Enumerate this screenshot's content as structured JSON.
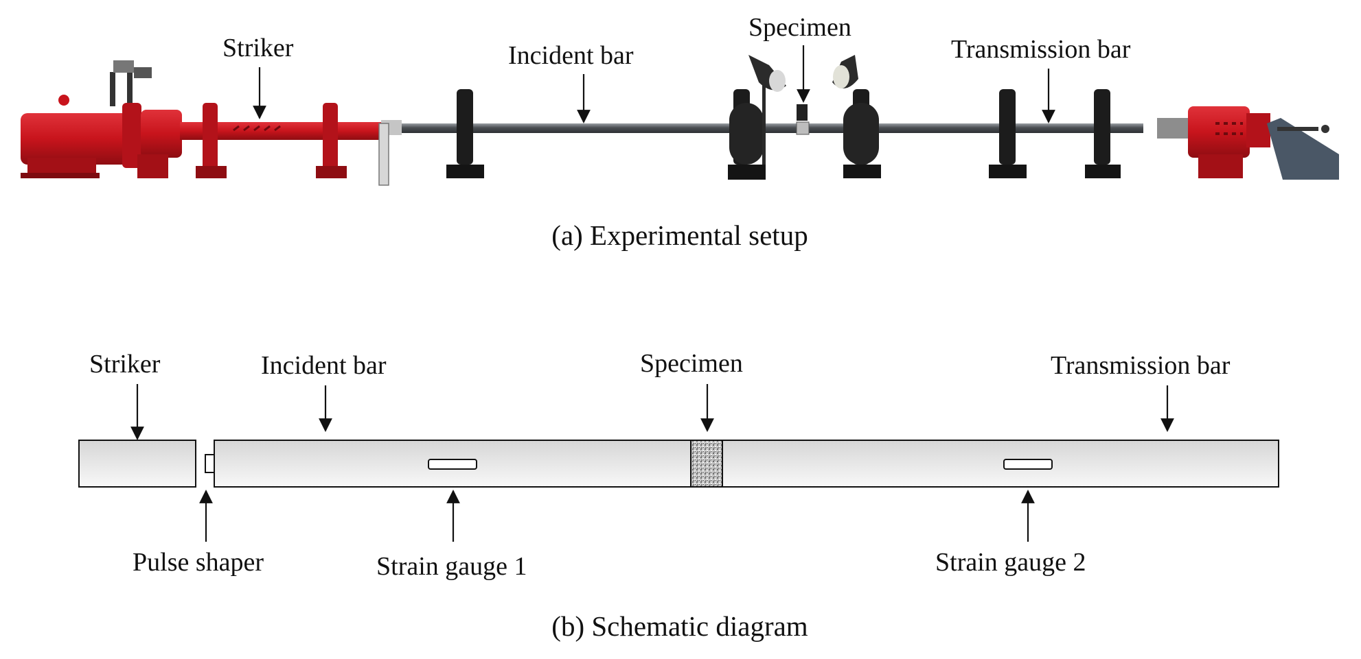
{
  "panel_a": {
    "caption": "(a) Experimental setup",
    "labels": {
      "striker": "Striker",
      "incident_bar": "Incident bar",
      "specimen": "Specimen",
      "transmission_bar": "Transmission bar"
    }
  },
  "panel_b": {
    "caption": "(b) Schematic diagram",
    "labels": {
      "striker": "Striker",
      "incident_bar": "Incident bar",
      "specimen": "Specimen",
      "transmission_bar": "Transmission bar",
      "pulse_shaper": "Pulse shaper",
      "strain_gauge_1": "Strain gauge 1",
      "strain_gauge_2": "Strain gauge 2"
    }
  },
  "colors": {
    "apparatus_red": "#c8141c",
    "support_black": "#1c1c1c",
    "bar_steel": "#6f7479",
    "fill_light": "#eeeeee",
    "stroke": "#111111"
  }
}
